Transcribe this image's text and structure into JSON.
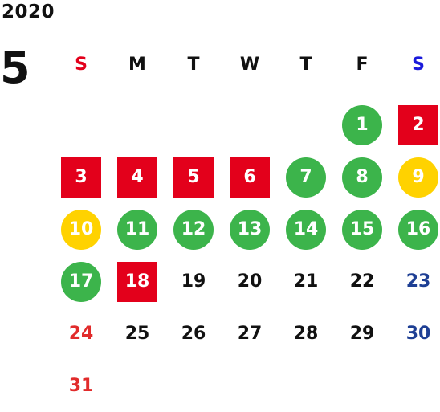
{
  "calendar": {
    "year": "2020",
    "month": "5",
    "weekdays": [
      {
        "label": "S",
        "color": "#e3001b"
      },
      {
        "label": "M",
        "color": "#111111"
      },
      {
        "label": "T",
        "color": "#111111"
      },
      {
        "label": "W",
        "color": "#111111"
      },
      {
        "label": "T",
        "color": "#111111"
      },
      {
        "label": "F",
        "color": "#111111"
      },
      {
        "label": "S",
        "color": "#1a1adb"
      }
    ],
    "start_weekday_index": 5,
    "days": [
      {
        "n": "1",
        "style": "green-circle"
      },
      {
        "n": "2",
        "style": "red-square"
      },
      {
        "n": "3",
        "style": "red-square"
      },
      {
        "n": "4",
        "style": "red-square"
      },
      {
        "n": "5",
        "style": "red-square"
      },
      {
        "n": "6",
        "style": "red-square"
      },
      {
        "n": "7",
        "style": "green-circle"
      },
      {
        "n": "8",
        "style": "green-circle"
      },
      {
        "n": "9",
        "style": "yellow-circle"
      },
      {
        "n": "10",
        "style": "yellow-circle"
      },
      {
        "n": "11",
        "style": "green-circle"
      },
      {
        "n": "12",
        "style": "green-circle"
      },
      {
        "n": "13",
        "style": "green-circle"
      },
      {
        "n": "14",
        "style": "green-circle"
      },
      {
        "n": "15",
        "style": "green-circle"
      },
      {
        "n": "16",
        "style": "green-circle"
      },
      {
        "n": "17",
        "style": "green-circle"
      },
      {
        "n": "18",
        "style": "red-square"
      },
      {
        "n": "19",
        "style": "plain",
        "color": "#111111"
      },
      {
        "n": "20",
        "style": "plain",
        "color": "#111111"
      },
      {
        "n": "21",
        "style": "plain",
        "color": "#111111"
      },
      {
        "n": "22",
        "style": "plain",
        "color": "#111111"
      },
      {
        "n": "23",
        "style": "plain",
        "color": "#1e3f94"
      },
      {
        "n": "24",
        "style": "plain",
        "color": "#e12b2b"
      },
      {
        "n": "25",
        "style": "plain",
        "color": "#111111"
      },
      {
        "n": "26",
        "style": "plain",
        "color": "#111111"
      },
      {
        "n": "27",
        "style": "plain",
        "color": "#111111"
      },
      {
        "n": "28",
        "style": "plain",
        "color": "#111111"
      },
      {
        "n": "29",
        "style": "plain",
        "color": "#111111"
      },
      {
        "n": "30",
        "style": "plain",
        "color": "#1e3f94"
      },
      {
        "n": "31",
        "style": "plain",
        "color": "#e12b2b"
      }
    ]
  }
}
